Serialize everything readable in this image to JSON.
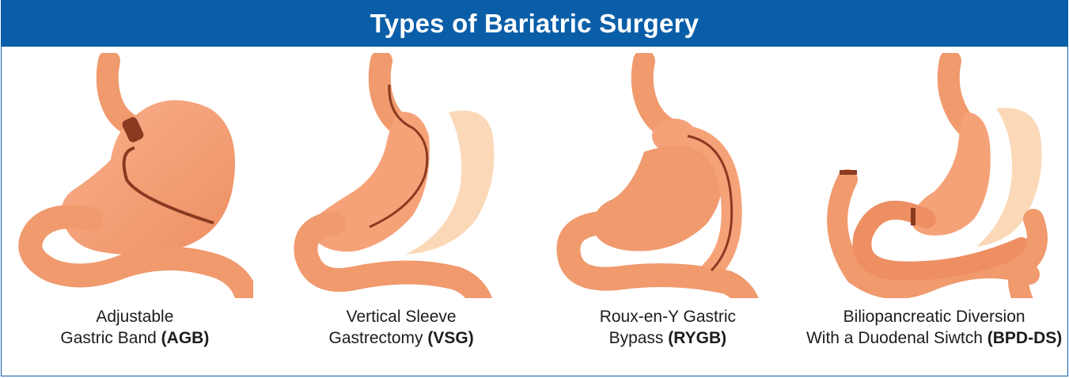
{
  "title": "Types of Bariatric Surgery",
  "colors": {
    "header_bg": "#0a5ea8",
    "stomach": "#f6a278",
    "stomach_dark": "#e2855c",
    "removed": "#fbd9b8",
    "arrow": "#8a3a21"
  },
  "panels": [
    {
      "icon": "adjustable-gastric-band-stomach",
      "caption_line1": "Adjustable",
      "caption_line2": "Gastric Band",
      "abbr": "(AGB)"
    },
    {
      "icon": "vertical-sleeve-gastrectomy-stomach",
      "caption_line1": "Vertical Sleeve",
      "caption_line2": "Gastrectomy",
      "abbr": "(VSG)"
    },
    {
      "icon": "roux-en-y-gastric-bypass-stomach",
      "caption_line1": "Roux-en-Y Gastric",
      "caption_line2": "Bypass",
      "abbr": "(RYGB)"
    },
    {
      "icon": "biliopancreatic-diversion-stomach",
      "caption_line1": "Biliopancreatic Diversion",
      "caption_line2": "With a Duodenal Siwtch",
      "abbr": "(BPD-DS)"
    }
  ]
}
